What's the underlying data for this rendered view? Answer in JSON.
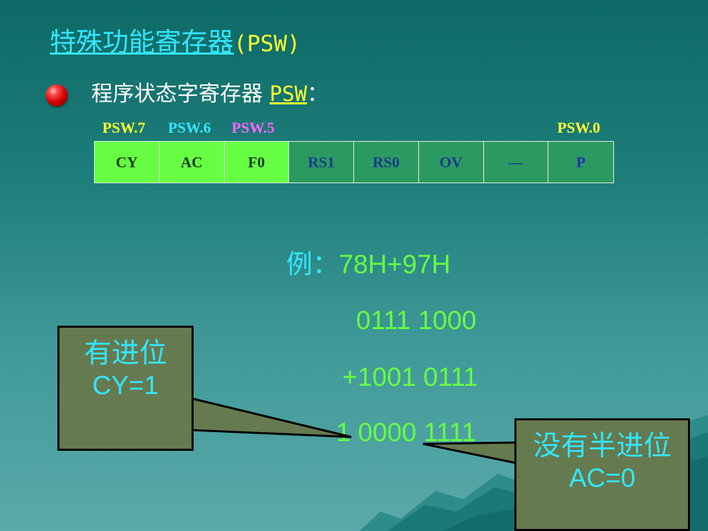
{
  "title": {
    "cn": "特殊功能寄存器",
    "en": "(PSW)"
  },
  "subtitle": {
    "text": "程序状态字寄存器 ",
    "psw": "PSW",
    "colon": "："
  },
  "bit_labels": [
    {
      "text": "PSW.7",
      "color": "#ffff33"
    },
    {
      "text": "PSW.6",
      "color": "#33e6ff"
    },
    {
      "text": "PSW.5",
      "color": "#ff66ff"
    },
    {
      "text": "PSW.0",
      "color": "#ffff33"
    }
  ],
  "register_cells": [
    "CY",
    "AC",
    "F0",
    "RS1",
    "RS0",
    "OV",
    "—",
    "P"
  ],
  "example": {
    "line1_prefix": "例：",
    "line1_expr": "78H+97H",
    "line2": "0111 1000",
    "line3": "+1001 0111",
    "line4": "1 0000 1111"
  },
  "callout_left": {
    "line1": "有进位",
    "line2": "CY=1"
  },
  "callout_right": {
    "line1": "没有半进位",
    "line2": "AC=0"
  },
  "colors": {
    "background_top": "#0d6a66",
    "background_bottom": "#5aaaa9",
    "cell_light": "#66ff44",
    "cell_dark": "#2b9a62",
    "callout_fill": "#657a4f",
    "accent_cyan": "#33e6ff",
    "accent_yellow": "#ffff33",
    "accent_green": "#66ff44"
  }
}
